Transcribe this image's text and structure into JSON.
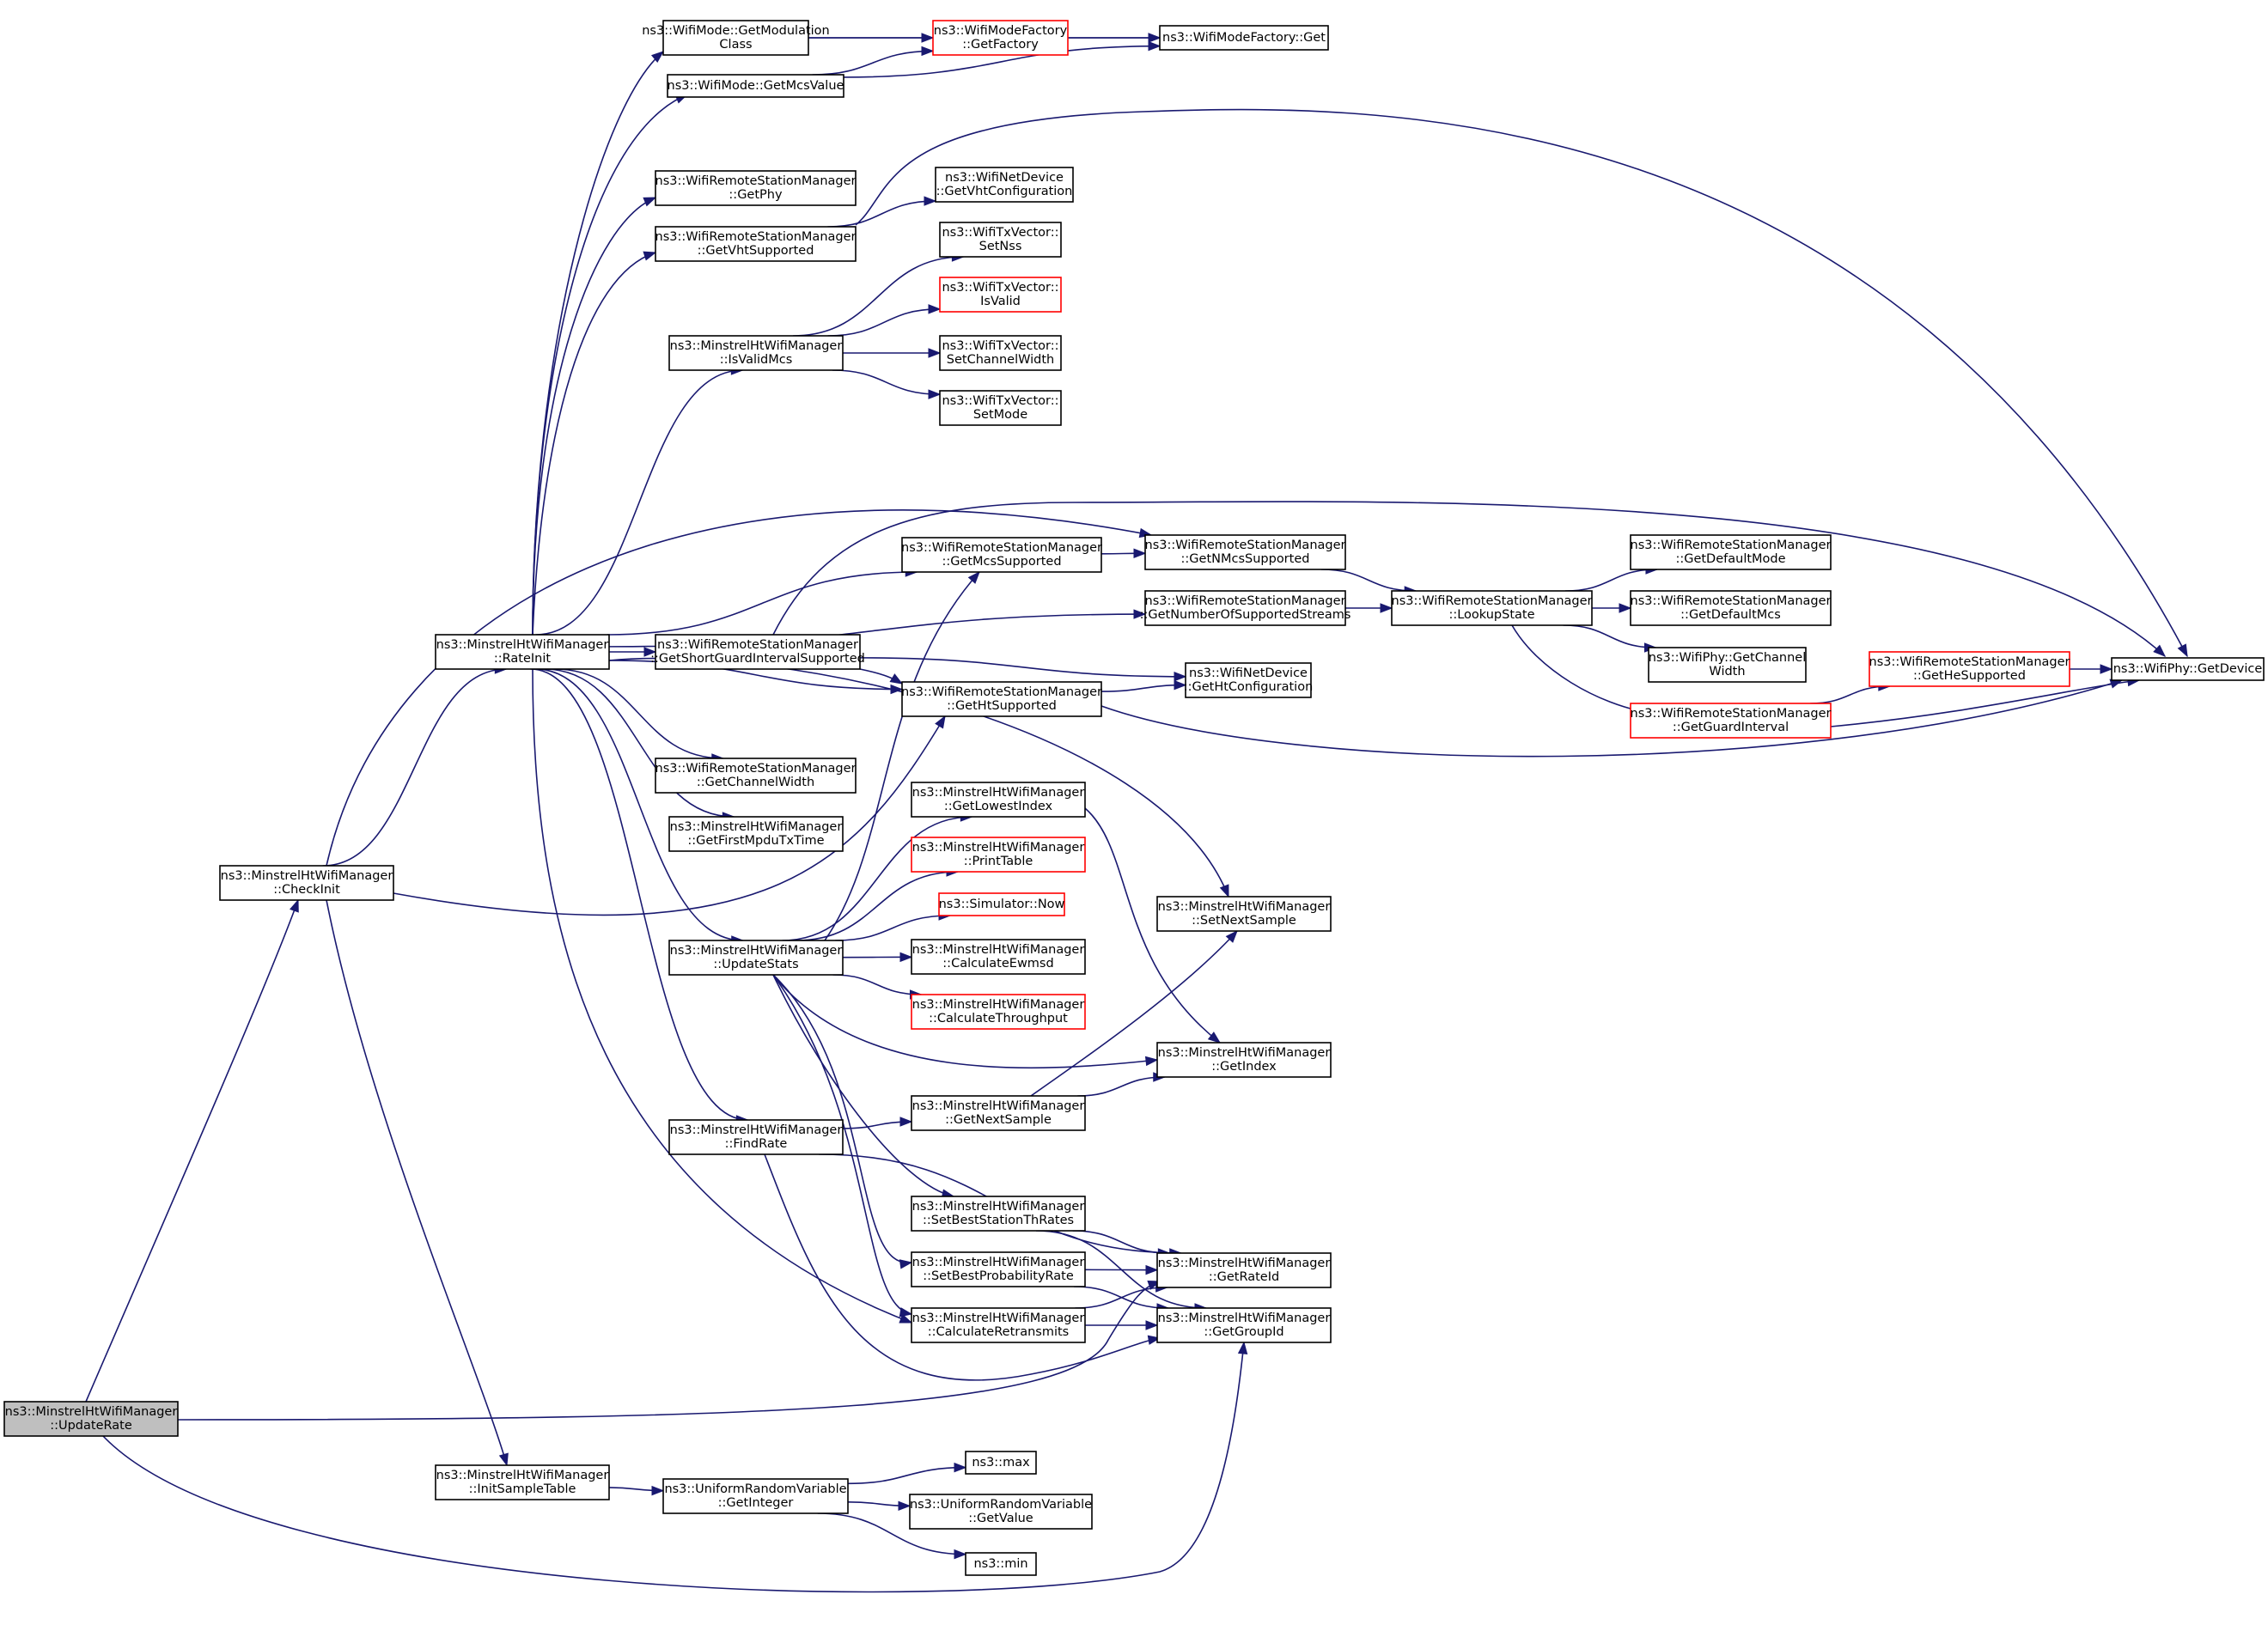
{
  "nodes": [
    {
      "id": "UpdateRate",
      "lines": [
        "ns3::MinstrelHtWifiManager",
        "::UpdateRate"
      ],
      "root": true
    },
    {
      "id": "CheckInit",
      "lines": [
        "ns3::MinstrelHtWifiManager",
        "::CheckInit"
      ]
    },
    {
      "id": "RateInit",
      "lines": [
        "ns3::MinstrelHtWifiManager",
        "::RateInit"
      ]
    },
    {
      "id": "InitSampleTable",
      "lines": [
        "ns3::MinstrelHtWifiManager",
        "::InitSampleTable"
      ]
    },
    {
      "id": "GetModulationClass",
      "lines": [
        "ns3::WifiMode::GetModulation",
        "Class"
      ]
    },
    {
      "id": "GetMcsValue",
      "lines": [
        "ns3::WifiMode::GetMcsValue"
      ]
    },
    {
      "id": "GetPhy",
      "lines": [
        "ns3::WifiRemoteStationManager",
        "::GetPhy"
      ]
    },
    {
      "id": "GetVhtSupported",
      "lines": [
        "ns3::WifiRemoteStationManager",
        "::GetVhtSupported"
      ]
    },
    {
      "id": "IsValidMcs",
      "lines": [
        "ns3::MinstrelHtWifiManager",
        "::IsValidMcs"
      ]
    },
    {
      "id": "GetShortGI",
      "lines": [
        "ns3::WifiRemoteStationManager",
        "::GetShortGuardIntervalSupported"
      ]
    },
    {
      "id": "GetChannelWidthRSM",
      "lines": [
        "ns3::WifiRemoteStationManager",
        "::GetChannelWidth"
      ]
    },
    {
      "id": "GetFirstMpduTxTime",
      "lines": [
        "ns3::MinstrelHtWifiManager",
        "::GetFirstMpduTxTime"
      ]
    },
    {
      "id": "UpdateStats",
      "lines": [
        "ns3::MinstrelHtWifiManager",
        "::UpdateStats"
      ]
    },
    {
      "id": "FindRate",
      "lines": [
        "ns3::MinstrelHtWifiManager",
        "::FindRate"
      ]
    },
    {
      "id": "GetInteger",
      "lines": [
        "ns3::UniformRandomVariable",
        "::GetInteger"
      ]
    },
    {
      "id": "GetFactory",
      "lines": [
        "ns3::WifiModeFactory",
        "::GetFactory"
      ],
      "truncated": true
    },
    {
      "id": "GetVhtConfiguration",
      "lines": [
        "ns3::WifiNetDevice",
        "::GetVhtConfiguration"
      ]
    },
    {
      "id": "SetNss",
      "lines": [
        "ns3::WifiTxVector::",
        "SetNss"
      ]
    },
    {
      "id": "IsValid",
      "lines": [
        "ns3::WifiTxVector::",
        "IsValid"
      ],
      "truncated": true
    },
    {
      "id": "SetChannelWidth",
      "lines": [
        "ns3::WifiTxVector::",
        "SetChannelWidth"
      ]
    },
    {
      "id": "SetMode",
      "lines": [
        "ns3::WifiTxVector::",
        "SetMode"
      ]
    },
    {
      "id": "GetMcsSupported",
      "lines": [
        "ns3::WifiRemoteStationManager",
        "::GetMcsSupported"
      ]
    },
    {
      "id": "GetHtSupported",
      "lines": [
        "ns3::WifiRemoteStationManager",
        "::GetHtSupported"
      ]
    },
    {
      "id": "GetLowestIndex",
      "lines": [
        "ns3::MinstrelHtWifiManager",
        "::GetLowestIndex"
      ]
    },
    {
      "id": "PrintTable",
      "lines": [
        "ns3::MinstrelHtWifiManager",
        "::PrintTable"
      ],
      "truncated": true
    },
    {
      "id": "SimulatorNow",
      "lines": [
        "ns3::Simulator::Now"
      ],
      "truncated": true
    },
    {
      "id": "CalculateEwmsd",
      "lines": [
        "ns3::MinstrelHtWifiManager",
        "::CalculateEwmsd"
      ]
    },
    {
      "id": "CalculateThroughput",
      "lines": [
        "ns3::MinstrelHtWifiManager",
        "::CalculateThroughput"
      ],
      "truncated": true
    },
    {
      "id": "GetNextSample",
      "lines": [
        "ns3::MinstrelHtWifiManager",
        "::GetNextSample"
      ]
    },
    {
      "id": "SetBestStationThRates",
      "lines": [
        "ns3::MinstrelHtWifiManager",
        "::SetBestStationThRates"
      ]
    },
    {
      "id": "SetBestProbabilityRate",
      "lines": [
        "ns3::MinstrelHtWifiManager",
        "::SetBestProbabilityRate"
      ]
    },
    {
      "id": "CalculateRetransmits",
      "lines": [
        "ns3::MinstrelHtWifiManager",
        "::CalculateRetransmits"
      ]
    },
    {
      "id": "Max",
      "lines": [
        "ns3::max"
      ]
    },
    {
      "id": "GetValue",
      "lines": [
        "ns3::UniformRandomVariable",
        "::GetValue"
      ]
    },
    {
      "id": "Min",
      "lines": [
        "ns3::min"
      ]
    },
    {
      "id": "WifiModeFactoryGet",
      "lines": [
        "ns3::WifiModeFactory::Get"
      ]
    },
    {
      "id": "GetNMcsSupported",
      "lines": [
        "ns3::WifiRemoteStationManager",
        "::GetNMcsSupported"
      ]
    },
    {
      "id": "GetNumberOfSupportedStreams",
      "lines": [
        "ns3::WifiRemoteStationManager",
        "::GetNumberOfSupportedStreams"
      ]
    },
    {
      "id": "GetHtConfiguration",
      "lines": [
        "ns3::WifiNetDevice",
        "::GetHtConfiguration"
      ]
    },
    {
      "id": "SetNextSample",
      "lines": [
        "ns3::MinstrelHtWifiManager",
        "::SetNextSample"
      ]
    },
    {
      "id": "GetIndex",
      "lines": [
        "ns3::MinstrelHtWifiManager",
        "::GetIndex"
      ]
    },
    {
      "id": "GetRateId",
      "lines": [
        "ns3::MinstrelHtWifiManager",
        "::GetRateId"
      ]
    },
    {
      "id": "GetGroupId",
      "lines": [
        "ns3::MinstrelHtWifiManager",
        "::GetGroupId"
      ]
    },
    {
      "id": "LookupState",
      "lines": [
        "ns3::WifiRemoteStationManager",
        "::LookupState"
      ]
    },
    {
      "id": "GetDefaultMode",
      "lines": [
        "ns3::WifiRemoteStationManager",
        "::GetDefaultMode"
      ]
    },
    {
      "id": "GetDefaultMcs",
      "lines": [
        "ns3::WifiRemoteStationManager",
        "::GetDefaultMcs"
      ]
    },
    {
      "id": "WifiPhyGetChannelWidth",
      "lines": [
        "ns3::WifiPhy::GetChannel",
        "Width"
      ]
    },
    {
      "id": "GetGuardInterval",
      "lines": [
        "ns3::WifiRemoteStationManager",
        "::GetGuardInterval"
      ],
      "truncated": true
    },
    {
      "id": "GetHeSupported",
      "lines": [
        "ns3::WifiRemoteStationManager",
        "::GetHeSupported"
      ],
      "truncated": true
    },
    {
      "id": "WifiPhyGetDevice",
      "lines": [
        "ns3::WifiPhy::GetDevice"
      ]
    }
  ],
  "edges": [
    [
      "UpdateRate",
      "CheckInit"
    ],
    [
      "UpdateRate",
      "GetRateId"
    ],
    [
      "UpdateRate",
      "GetGroupId"
    ],
    [
      "CheckInit",
      "RateInit"
    ],
    [
      "CheckInit",
      "GetNMcsSupported"
    ],
    [
      "CheckInit",
      "GetHtSupported"
    ],
    [
      "CheckInit",
      "InitSampleTable"
    ],
    [
      "RateInit",
      "GetModulationClass"
    ],
    [
      "RateInit",
      "GetMcsValue"
    ],
    [
      "RateInit",
      "GetPhy"
    ],
    [
      "RateInit",
      "GetVhtSupported"
    ],
    [
      "RateInit",
      "IsValidMcs"
    ],
    [
      "RateInit",
      "GetMcsSupported"
    ],
    [
      "RateInit",
      "GetNumberOfSupportedStreams"
    ],
    [
      "RateInit",
      "GetShortGI"
    ],
    [
      "RateInit",
      "GetHtSupported"
    ],
    [
      "RateInit",
      "GetChannelWidthRSM"
    ],
    [
      "RateInit",
      "GetFirstMpduTxTime"
    ],
    [
      "RateInit",
      "SetNextSample"
    ],
    [
      "RateInit",
      "UpdateStats"
    ],
    [
      "RateInit",
      "FindRate"
    ],
    [
      "RateInit",
      "CalculateRetransmits"
    ],
    [
      "InitSampleTable",
      "GetInteger"
    ],
    [
      "GetModulationClass",
      "GetFactory"
    ],
    [
      "GetModulationClass",
      "WifiModeFactoryGet"
    ],
    [
      "GetMcsValue",
      "GetFactory"
    ],
    [
      "GetMcsValue",
      "WifiModeFactoryGet"
    ],
    [
      "GetFactory",
      "WifiModeFactoryGet"
    ],
    [
      "GetVhtSupported",
      "GetVhtConfiguration"
    ],
    [
      "GetVhtSupported",
      "WifiPhyGetDevice"
    ],
    [
      "IsValidMcs",
      "SetNss"
    ],
    [
      "IsValidMcs",
      "IsValid"
    ],
    [
      "IsValidMcs",
      "SetChannelWidth"
    ],
    [
      "IsValidMcs",
      "SetMode"
    ],
    [
      "GetShortGI",
      "WifiPhyGetDevice"
    ],
    [
      "GetShortGI",
      "GetHtConfiguration"
    ],
    [
      "GetShortGI",
      "GetHtSupported"
    ],
    [
      "GetMcsSupported",
      "GetNMcsSupported"
    ],
    [
      "GetNMcsSupported",
      "LookupState"
    ],
    [
      "GetNumberOfSupportedStreams",
      "LookupState"
    ],
    [
      "GetHtSupported",
      "GetHtConfiguration"
    ],
    [
      "GetHtSupported",
      "WifiPhyGetDevice"
    ],
    [
      "LookupState",
      "GetDefaultMode"
    ],
    [
      "LookupState",
      "GetDefaultMcs"
    ],
    [
      "LookupState",
      "WifiPhyGetChannelWidth"
    ],
    [
      "LookupState",
      "GetGuardInterval"
    ],
    [
      "GetGuardInterval",
      "GetHeSupported"
    ],
    [
      "GetGuardInterval",
      "WifiPhyGetDevice"
    ],
    [
      "GetHeSupported",
      "WifiPhyGetDevice"
    ],
    [
      "UpdateStats",
      "GetMcsSupported"
    ],
    [
      "UpdateStats",
      "GetLowestIndex"
    ],
    [
      "UpdateStats",
      "PrintTable"
    ],
    [
      "UpdateStats",
      "SimulatorNow"
    ],
    [
      "UpdateStats",
      "CalculateEwmsd"
    ],
    [
      "UpdateStats",
      "CalculateThroughput"
    ],
    [
      "UpdateStats",
      "GetIndex"
    ],
    [
      "UpdateStats",
      "SetBestStationThRates"
    ],
    [
      "UpdateStats",
      "SetBestProbabilityRate"
    ],
    [
      "UpdateStats",
      "CalculateRetransmits"
    ],
    [
      "GetLowestIndex",
      "GetIndex"
    ],
    [
      "FindRate",
      "GetNextSample"
    ],
    [
      "FindRate",
      "GetRateId"
    ],
    [
      "FindRate",
      "GetGroupId"
    ],
    [
      "GetNextSample",
      "SetNextSample"
    ],
    [
      "GetNextSample",
      "GetIndex"
    ],
    [
      "SetBestStationThRates",
      "GetRateId"
    ],
    [
      "SetBestStationThRates",
      "GetGroupId"
    ],
    [
      "SetBestProbabilityRate",
      "GetRateId"
    ],
    [
      "SetBestProbabilityRate",
      "GetGroupId"
    ],
    [
      "CalculateRetransmits",
      "GetRateId"
    ],
    [
      "CalculateRetransmits",
      "GetGroupId"
    ],
    [
      "GetInteger",
      "Max"
    ],
    [
      "GetInteger",
      "GetValue"
    ],
    [
      "GetInteger",
      "Min"
    ]
  ],
  "colors": {
    "edge": "#191970",
    "node_border": "#000000",
    "node_border_truncated": "#ff0000",
    "root_fill": "#bfbfbf",
    "node_fill": "#ffffff"
  }
}
